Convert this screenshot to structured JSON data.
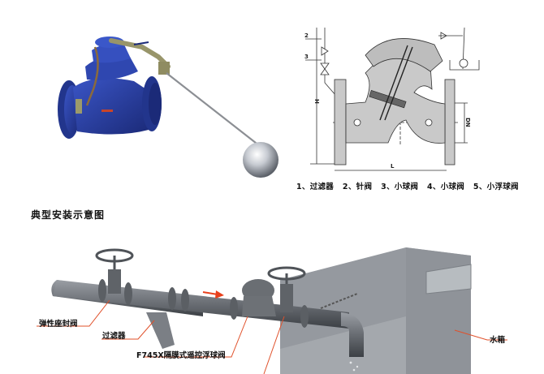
{
  "product_photo": {
    "subject": "Blue diaphragm remote-control float valve with stainless float ball",
    "colors": {
      "valve_body": "#2a3f9e",
      "float_ball": "#c9ccd2",
      "brass_fittings": "#8b8a5e"
    }
  },
  "schematic": {
    "dimension_labels": {
      "height": "H",
      "length": "L",
      "diameter": "DN"
    },
    "callout_numbers": [
      "2",
      "3"
    ],
    "legend_caption": "1、过滤器   2、针阀   3、小球阀   4、小球阀   5、小浮球阀",
    "legend_items": [
      {
        "num": "1",
        "name": "过滤器"
      },
      {
        "num": "2",
        "name": "针阀"
      },
      {
        "num": "3",
        "name": "小球阀"
      },
      {
        "num": "4",
        "name": "小球阀"
      },
      {
        "num": "5",
        "name": "小浮球阀"
      }
    ]
  },
  "installation": {
    "section_title": "典型安装示意图",
    "labels": {
      "gate_valve": "弹性座封阀",
      "filter": "过滤器",
      "float_valve": "F745X隔膜式遥控浮球阀",
      "water_tank": "水箱"
    },
    "colors": {
      "pipe": "#6f7378",
      "tank": "#9a9ea3",
      "leader_line": "#e0502a",
      "flow_arrow": "#e8401c"
    }
  }
}
